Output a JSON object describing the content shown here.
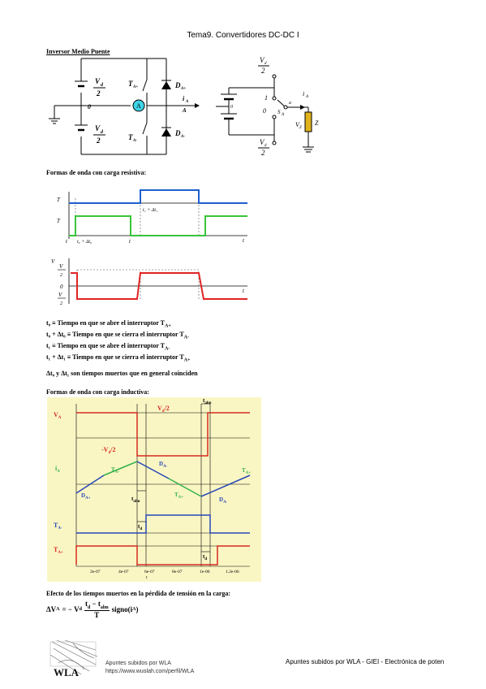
{
  "header": {
    "title": "Tema9. Convertidores DC-DC I"
  },
  "section1": {
    "heading": "Inversor Medio Puente"
  },
  "circuit_left": {
    "vd": "V",
    "vd_sub": "d",
    "two": "2",
    "zero": "0",
    "ta_plus": "T",
    "ta_plus_sub": "A+",
    "ta_minus": "T",
    "ta_minus_sub": "A-",
    "da_plus": "D",
    "da_plus_sub": "A+",
    "da_minus": "D",
    "da_minus_sub": "A-",
    "ia": "i",
    "ia_sub": "A",
    "a_node": "A",
    "ammeter": "A"
  },
  "circuit_right": {
    "vd": "V",
    "vd_sub": "d",
    "two": "2",
    "neg_vd": "V",
    "one": "1",
    "zero_node": "0",
    "sa": "S",
    "sa_sub": "A",
    "ia": "i",
    "ia_sub": "A",
    "vz": "V",
    "vz_sub": "Z",
    "z": "Z",
    "a_node": "a",
    "o_node": "0"
  },
  "section2": {
    "heading": "Formas de onda con carga resistiva:"
  },
  "resistive": {
    "ta_minus": "T",
    "ta_plus": "T",
    "t0": "t",
    "t1": "t",
    "t0_dt": "t₀ + Δt₀",
    "t1_dt": "t₁ + Δt₁",
    "t_axis": "t",
    "va": "V",
    "vd2": "V",
    "two": "2",
    "zero": "0",
    "neg_vd2": "V"
  },
  "definitions": [
    "t₀ ≡ Tiempo en que se abre el interruptor T",
    "t₀ + Δt₀ ≡ Tiempo en que se cierra el interruptor T",
    "t₁ ≡ Tiempo en que se abre el interruptor T",
    "t₁ + Δt₁ ≡ Tiempo en que se cierra el interruptor T"
  ],
  "definitions_sub": [
    "A+",
    "A-",
    "A-",
    "A+"
  ],
  "note": "Δt₀ y Δt₁ son tiempos muertos que en general coinciden",
  "section3": {
    "heading": "Formas de onda con carga inductiva:"
  },
  "inductive": {
    "va": "V",
    "va_sub": "A",
    "vd2_pos": "V",
    "vd2_pos_tail": "/2",
    "vd2_neg": "-V",
    "vd2_neg_tail": "/2",
    "ia": "i",
    "ia_sub": "A",
    "ta_minus_label": "T",
    "ta_plus_label": "T",
    "da_plus": "D",
    "da_minus": "D",
    "tplus_seg": "T",
    "tminus_seg": "T",
    "t_alm": "t",
    "t_alm_sub": "alm",
    "t_d": "t",
    "t_d_sub": "d",
    "ticks": [
      "2e-07",
      "4e-07",
      "6e-07",
      "8e-07",
      "1e-06",
      "1.2e-06"
    ],
    "t_axis": "t"
  },
  "section4": {
    "heading": "Efecto de los tiempos muertos en la pérdida de tensión en la carga:"
  },
  "formula": {
    "lhs": "ΔV",
    "lhs_sub": "A",
    "eq": "= − V",
    "vd_sub": "d",
    "numerator": "t",
    "num_sub1": "d",
    "num_mid": " − t",
    "num_sub2": "alm",
    "denominator": "T",
    "tail": "signo(i",
    "tail_sub": "A",
    "close": ")"
  },
  "footer": {
    "logo_text": "WLA",
    "line1": "Apuntes subidos por WLA",
    "line2": "https://www.wuolah.com/perfil/WLA",
    "right": "Apuntes subidos por WLA - GIEI - Electrónica de poten"
  },
  "colors": {
    "blue": "#1e5fd0",
    "green": "#39c43b",
    "red": "#e02424",
    "plot_bg": "#faf6c4",
    "ind_red": "#d42a1e",
    "ind_blue": "#2747b8",
    "ind_green": "#33b24a"
  }
}
